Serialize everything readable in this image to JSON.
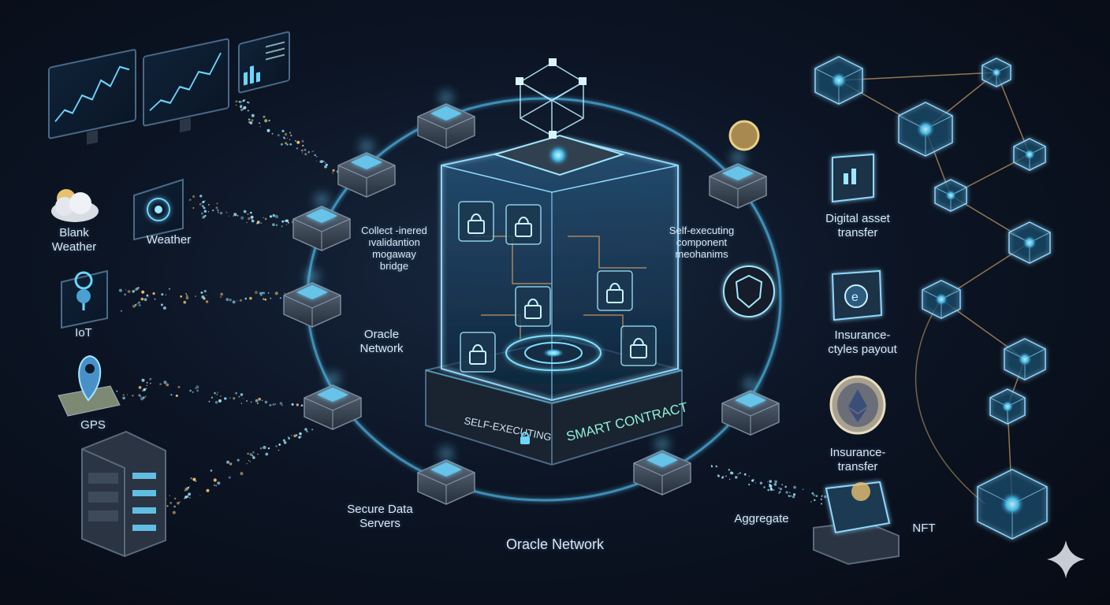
{
  "labels": {
    "blank_weather": [
      "Blank",
      "Weather"
    ],
    "weather": "Weather",
    "iot": "IoT",
    "gps": "GPS",
    "collect": [
      "Collect -inered",
      "ıvalidantion",
      "mogaway",
      "bridge"
    ],
    "oracle_network_mid": [
      "Oracle",
      "Network"
    ],
    "secure_servers": [
      "Secure Data",
      "Servers"
    ],
    "oracle_network_bottom": "Oracle Network",
    "self_executing": [
      "Self-executing",
      "component",
      "meohanims"
    ],
    "digital_asset": [
      "Digital asset",
      "transfer"
    ],
    "insurance_payout": [
      "Insurance-",
      "ctyles payout"
    ],
    "insurance_transfer": [
      "Insurance-",
      "transfer"
    ],
    "aggregate": "Aggregate",
    "nft": "NFT",
    "base_left": "SELF-EXECUTING",
    "base_right": "SMART CONTRACT"
  },
  "colors": {
    "background": "#0a1220",
    "accent": "#5ec8f0",
    "glow": "#9ee8ff",
    "particle": "#f0c070",
    "text": "#dbe6f2"
  },
  "icons": [
    "monitor-chart-icon",
    "weather-cloud-icon",
    "weather-sensor-icon",
    "iot-pin-icon",
    "gps-map-icon",
    "server-rack-icon",
    "oracle-node-icon",
    "padlock-icon",
    "shield-icon",
    "wallet-icon",
    "coin-icon",
    "ethereum-coin-icon",
    "blockchain-cube-icon",
    "sparkle-icon"
  ]
}
